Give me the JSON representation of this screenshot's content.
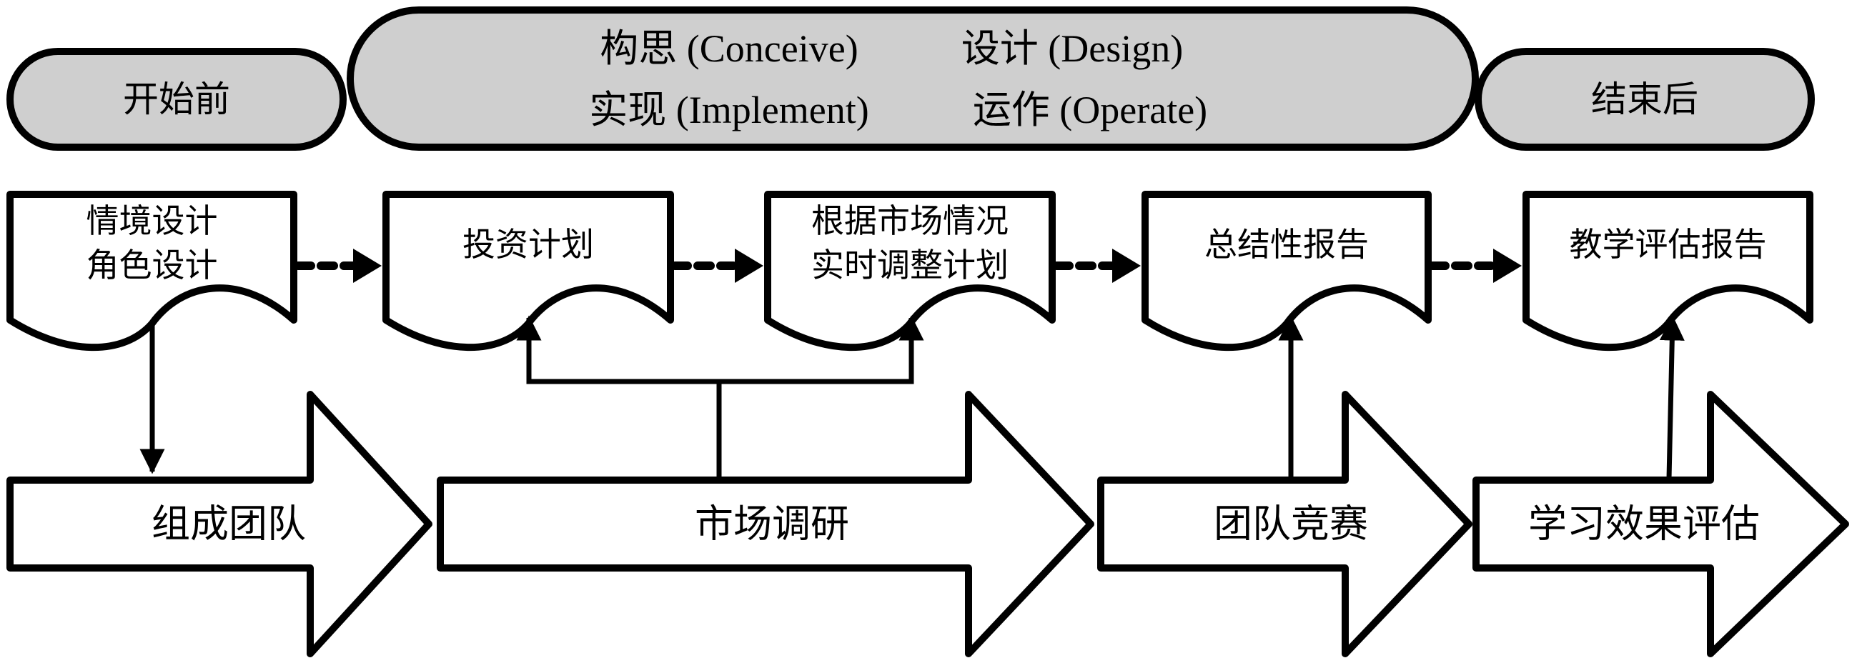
{
  "phases": {
    "before": "开始前",
    "cdio": {
      "line1_left": "构思 (Conceive)",
      "line1_right": "设计 (Design)",
      "line2_left": "实现 (Implement)",
      "line2_right": "运作 (Operate)"
    },
    "after": "结束后"
  },
  "documents": [
    {
      "lines": [
        "情境设计",
        "角色设计"
      ]
    },
    {
      "lines": [
        "投资计划"
      ]
    },
    {
      "lines": [
        "根据市场情况",
        "实时调整计划"
      ]
    },
    {
      "lines": [
        "总结性报告"
      ]
    },
    {
      "lines": [
        "教学评估报告"
      ]
    }
  ],
  "steps": [
    {
      "label": "组成团队"
    },
    {
      "label": "市场调研"
    },
    {
      "label": "团队竞赛"
    },
    {
      "label": "学习效果评估"
    }
  ],
  "colors": {
    "phase_fill": "#cfcfcf",
    "stroke": "#000000",
    "box_fill": "#ffffff"
  }
}
